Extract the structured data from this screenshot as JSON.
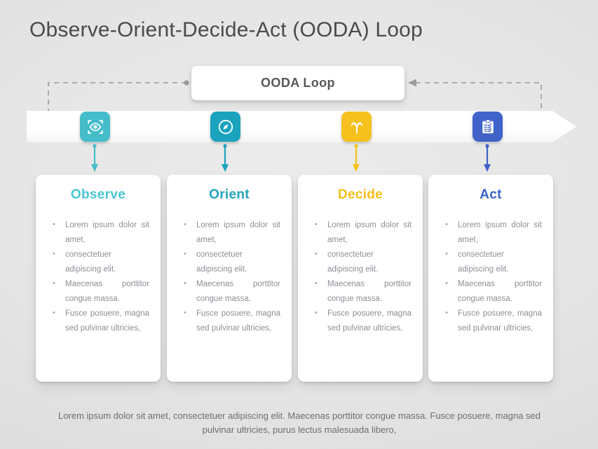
{
  "slide": {
    "title": "Observe-Orient-Decide-Act  (OODA) Loop",
    "center_box_label": "OODA Loop",
    "footer": "Lorem ipsum dolor sit amet, consectetuer adipiscing elit. Maecenas porttitor congue massa. Fusce posuere, magna sed pulvinar ultricies, purus lectus malesuada libero,",
    "background_color": "#e6e6e6",
    "title_color": "#4b4b4b"
  },
  "stages": [
    {
      "key": "observe",
      "title": "Observe",
      "title_color": "#4ac6d2",
      "accent_color": "#45bcc9",
      "icon": "eye-scan-icon",
      "bullets": [
        "Lorem  ipsum  dolor  sit  amet,",
        "consectetuer adipiscing elit.",
        "Maecenas porttitor congue massa.",
        "Fusce  posuere,  magna  sed pulvinar  ultricies,"
      ]
    },
    {
      "key": "orient",
      "title": "Orient",
      "title_color": "#22a3bd",
      "accent_color": "#1ba3be",
      "icon": "compass-icon",
      "bullets": [
        "Lorem  ipsum  dolor  sit  amet,",
        "consectetuer adipiscing elit.",
        "Maecenas porttitor congue massa.",
        "Fusce  posuere,  magna  sed pulvinar  ultricies,"
      ]
    },
    {
      "key": "decide",
      "title": "Decide",
      "title_color": "#f5bf1c",
      "accent_color": "#f6c11d",
      "icon": "fork-arrows-icon",
      "bullets": [
        "Lorem  ipsum  dolor  sit  amet,",
        "consectetuer adipiscing elit.",
        "Maecenas porttitor congue massa.",
        "Fusce  posuere,  magna  sed pulvinar  ultricies,"
      ]
    },
    {
      "key": "act",
      "title": "Act",
      "title_color": "#3663c6",
      "accent_color": "#3f63c8",
      "icon": "clipboard-checklist-icon",
      "bullets": [
        "Lorem  ipsum  dolor  sit  amet,",
        "consectetuer adipiscing elit.",
        "Maecenas porttitor congue massa.",
        "Fusce  posuere,  magna  sed pulvinar  ultricies,"
      ]
    }
  ]
}
